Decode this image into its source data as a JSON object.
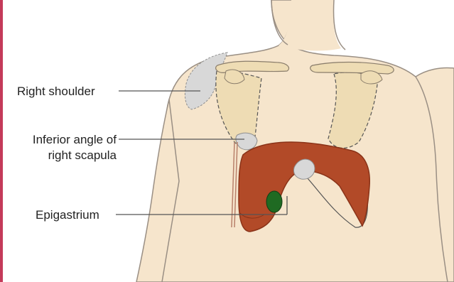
{
  "labels": {
    "right_shoulder": "Right shoulder",
    "inferior_angle_line1": "Inferior angle of",
    "inferior_angle_line2": "right scapula",
    "epigastrium": "Epigastrium"
  },
  "colors": {
    "skin": "#f6e5cc",
    "skin_outline": "#9a8f84",
    "bone": "#eedcb4",
    "liver": "#b24a28",
    "liver_dark": "#8a3318",
    "gallbladder": "#1f6a22",
    "shoulder_highlight": "#d8d8d8",
    "leader_line": "#555555",
    "page_edge": "#c43a5a"
  }
}
